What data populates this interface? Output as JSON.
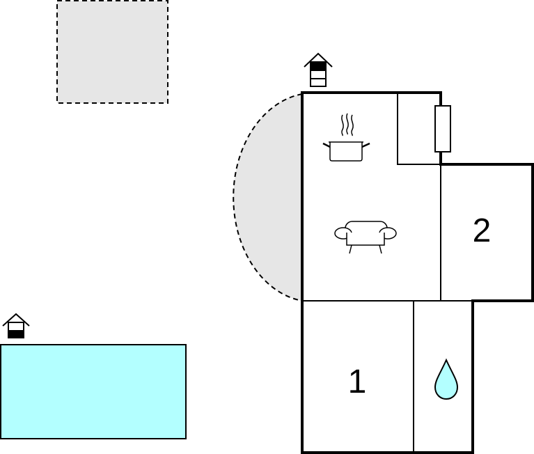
{
  "floorplan": {
    "rooms": [
      {
        "id": "bedroom-1",
        "label": "1"
      },
      {
        "id": "bedroom-2",
        "label": "2"
      }
    ],
    "icons": [
      "entrance-house-icon",
      "cooking-pot-icon",
      "sofa-icon",
      "water-drop-icon",
      "radiator-icon",
      "pool-house-icon"
    ],
    "colors": {
      "wall": "#000000",
      "terrace_fill": "#e6e6e6",
      "pool_fill": "#b3ffff",
      "water_drop_fill": "#b3ffff"
    }
  }
}
